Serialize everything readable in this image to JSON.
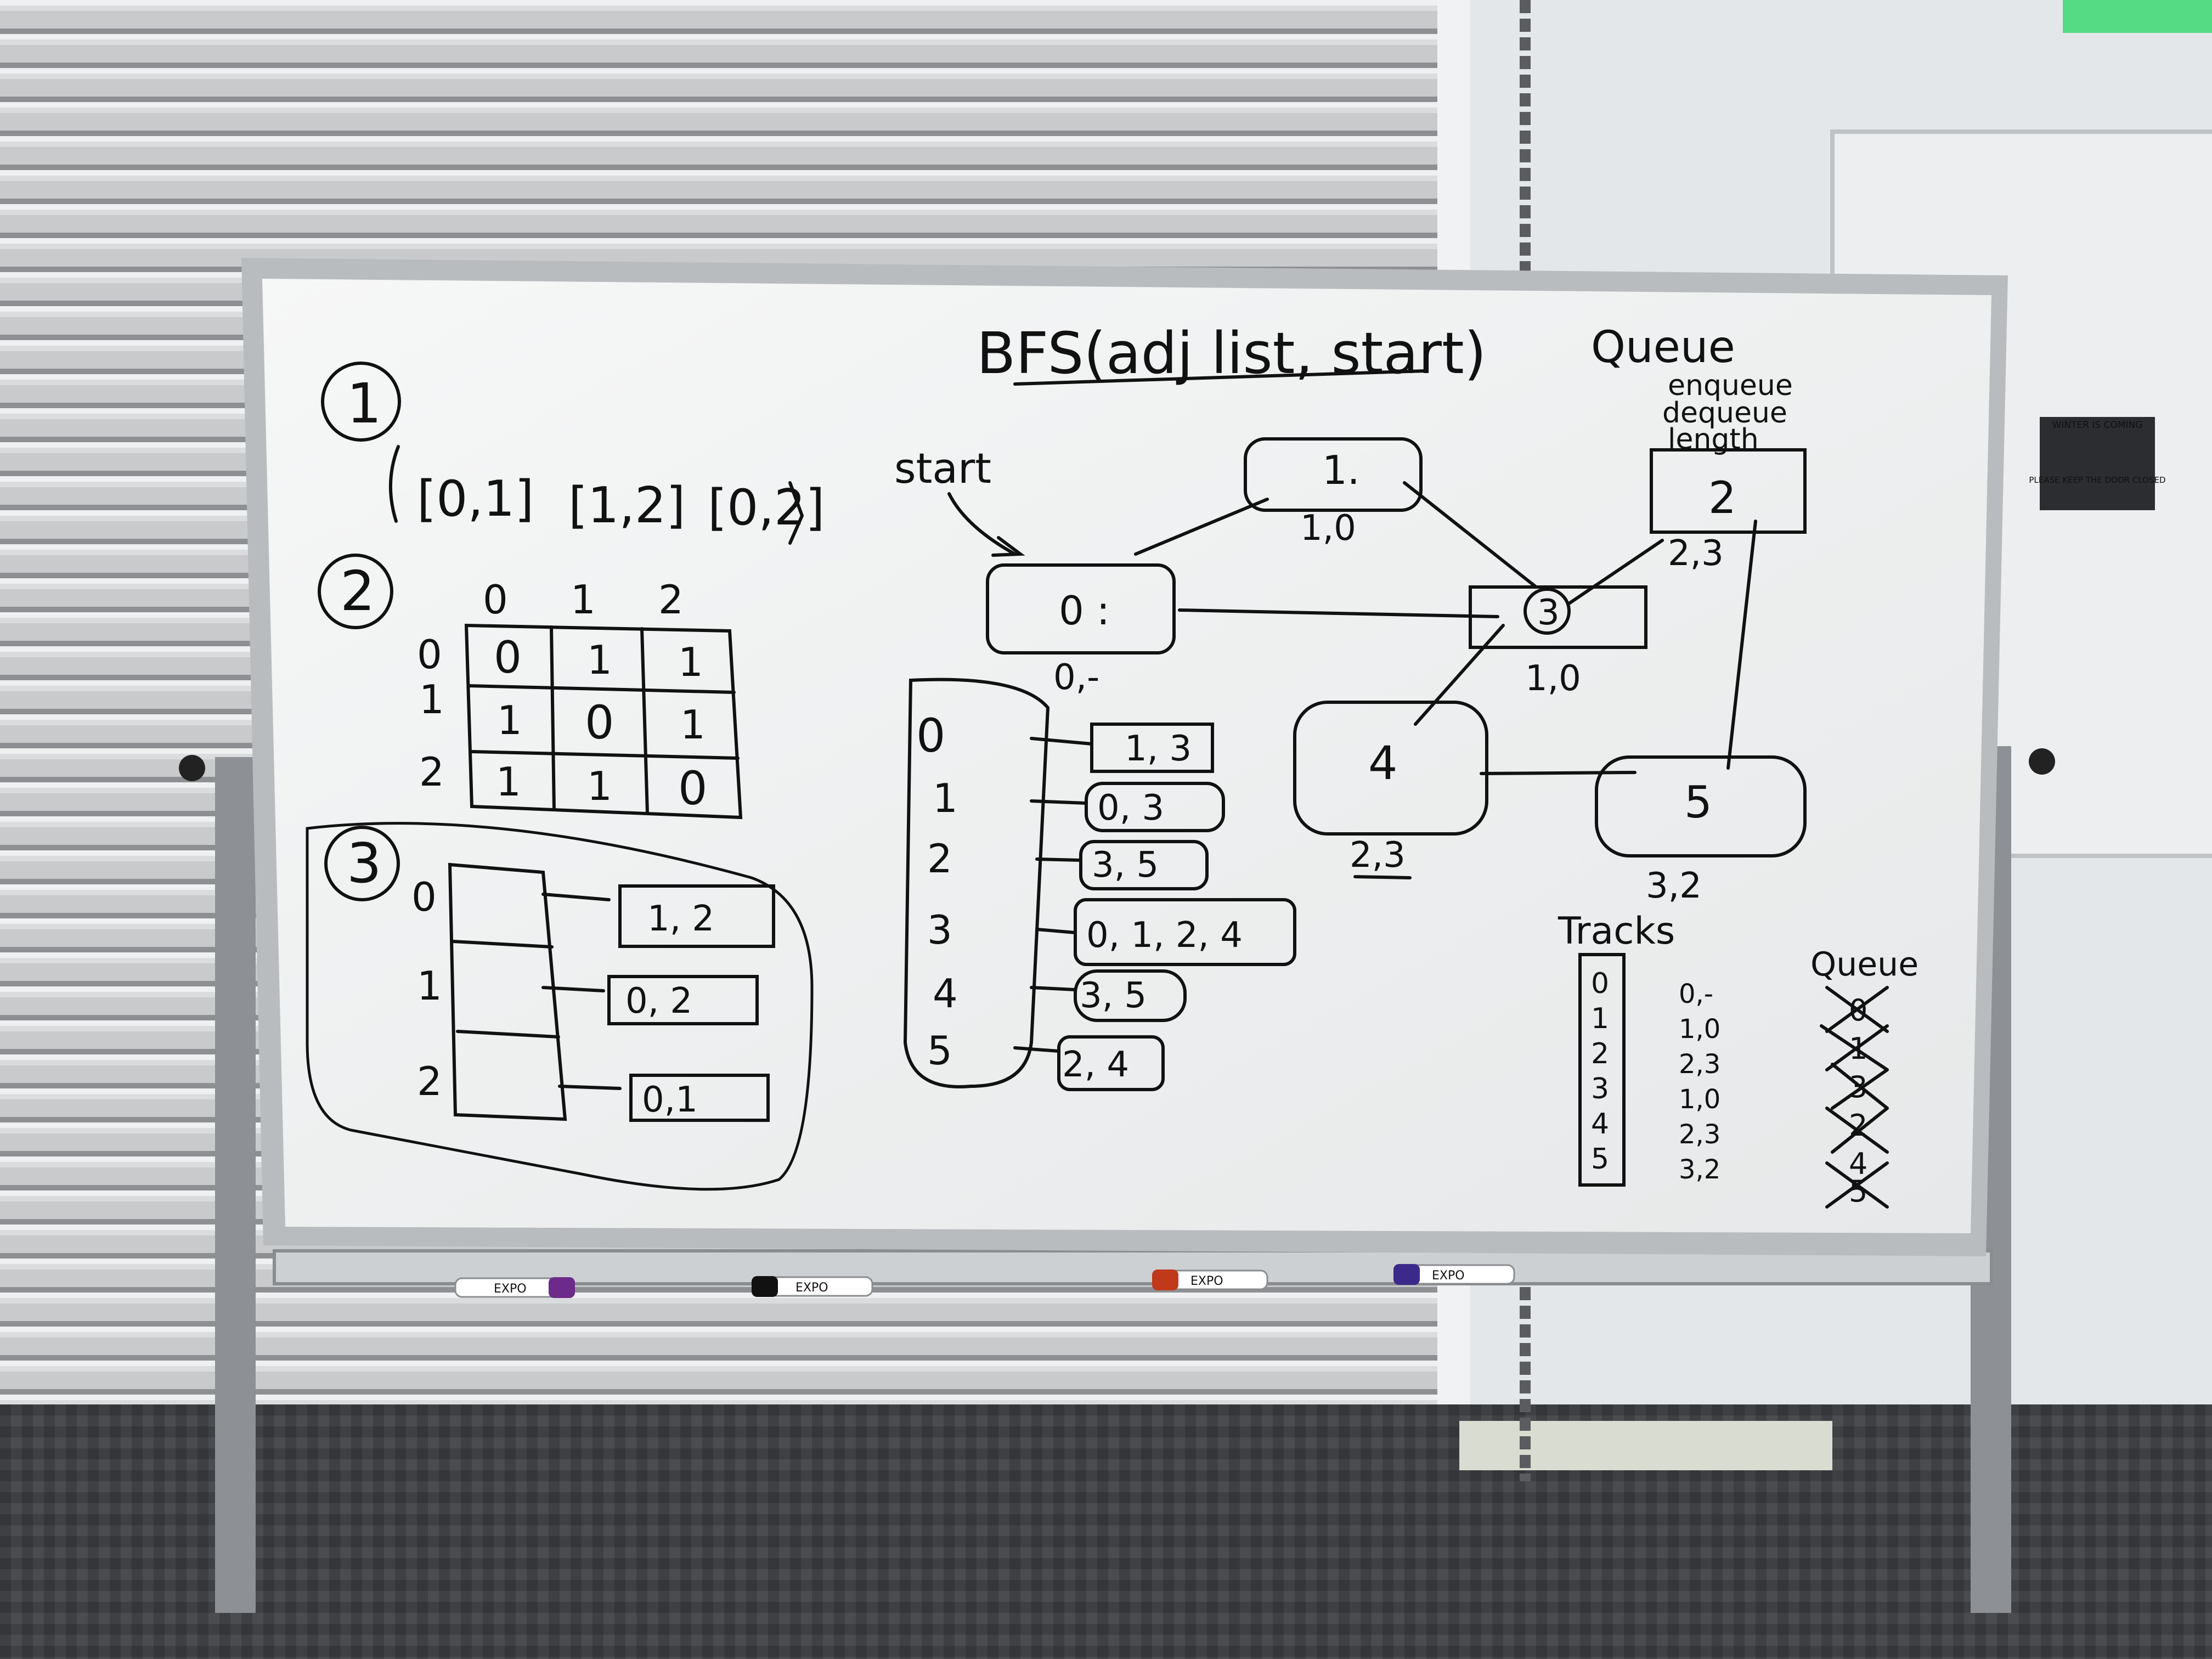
{
  "board": {
    "title": "BFS(adj list, start)",
    "sections": {
      "one": {
        "marker": "1",
        "edge_list": [
          "[0,1]",
          "[1,2]",
          "[0,2]"
        ]
      },
      "two": {
        "marker": "2",
        "col_headers": [
          "0",
          "1",
          "2"
        ],
        "row_headers": [
          "0",
          "1",
          "2"
        ],
        "matrix": [
          [
            "0",
            "1",
            "1"
          ],
          [
            "1",
            "0",
            "1"
          ],
          [
            "1",
            "1",
            "0"
          ]
        ]
      },
      "three": {
        "marker": "3",
        "row_labels": [
          "0",
          "1",
          "2"
        ],
        "lists": [
          "1, 2",
          "0, 2",
          "0,1"
        ]
      }
    },
    "graph": {
      "start_label": "start",
      "nodes": [
        {
          "id": "0",
          "label": "0 :",
          "annotation": "0,-"
        },
        {
          "id": "1",
          "label": "1.",
          "annotation": "1,0"
        },
        {
          "id": "2",
          "label": "2",
          "annotation": "2,3"
        },
        {
          "id": "3",
          "label": "3",
          "annotation": "1,0"
        },
        {
          "id": "4",
          "label": "4",
          "annotation": "2,3"
        },
        {
          "id": "5",
          "label": "5",
          "annotation": "3,2"
        }
      ],
      "adjacency": {
        "indices": [
          "0",
          "1",
          "2",
          "3",
          "4",
          "5"
        ],
        "lists": [
          "1, 3",
          "0, 3",
          "3, 5",
          "0, 1, 2, 4",
          "3, 5",
          "2, 4"
        ]
      }
    },
    "queue_ops": {
      "title": "Queue",
      "ops": [
        "enqueue",
        "dequeue",
        "length"
      ]
    },
    "tracks": {
      "title": "Tracks",
      "indices": [
        "0",
        "1",
        "2",
        "3",
        "4",
        "5"
      ],
      "values": [
        "0,-",
        "1,0",
        "2,3",
        "1,0",
        "2,3",
        "3,2"
      ]
    },
    "queue_crossed": {
      "title": "Queue",
      "items": [
        "0",
        "1",
        "3",
        "2",
        "4",
        "5"
      ]
    }
  },
  "markers": [
    {
      "brand": "EXPO",
      "color": "#6c2a8a"
    },
    {
      "brand": "EXPO",
      "color": "#111111"
    },
    {
      "brand": "EXPO",
      "color": "#c0391b"
    },
    {
      "brand": "EXPO",
      "color": "#3c2a8a"
    }
  ],
  "sign": {
    "top": "WINTER IS COMING",
    "bottom": "PLEASE KEEP THE DOOR CLOSED"
  },
  "colors": {
    "ink": "#111111",
    "board": "#f3f4f4",
    "exit_sign": "#2fd86a"
  }
}
